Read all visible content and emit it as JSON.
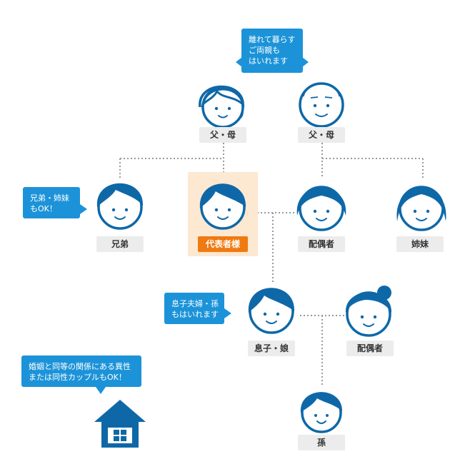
{
  "colors": {
    "primary": "#0e68a8",
    "bubble": "#1c93d8",
    "label_bg": "#ececec",
    "main_label_bg": "#f07a12",
    "highlight_bg": "#fde8d2",
    "connector": "#999999"
  },
  "bubbles": {
    "parents": [
      "離れて暮らす",
      "ご両親も",
      "はいれます"
    ],
    "siblings": [
      "兄弟・姉妹",
      "もOK！"
    ],
    "children": [
      "息子夫婦・孫",
      "もはいれます"
    ],
    "partner": [
      "婚姻と同等の関係にある異性",
      "または同性カップルもOK！"
    ]
  },
  "labels": {
    "mother_side_parents": "父・母",
    "spouse_side_parents": "父・母",
    "brother": "兄弟",
    "representative": "代表者様",
    "spouse": "配偶者",
    "sister": "姉妹",
    "child": "息子・娘",
    "child_spouse": "配偶者",
    "grandchild": "孫"
  },
  "icons": {
    "grandmother": "grandmother-face-icon",
    "grandfather": "grandfather-face-icon",
    "brother": "man-face-icon",
    "representative": "man-face-icon",
    "spouse": "woman-face-icon",
    "sister": "woman-face-icon",
    "child": "man-face-icon",
    "child_spouse": "woman-bun-face-icon",
    "grandchild": "child-face-icon",
    "house": "house-icon"
  }
}
